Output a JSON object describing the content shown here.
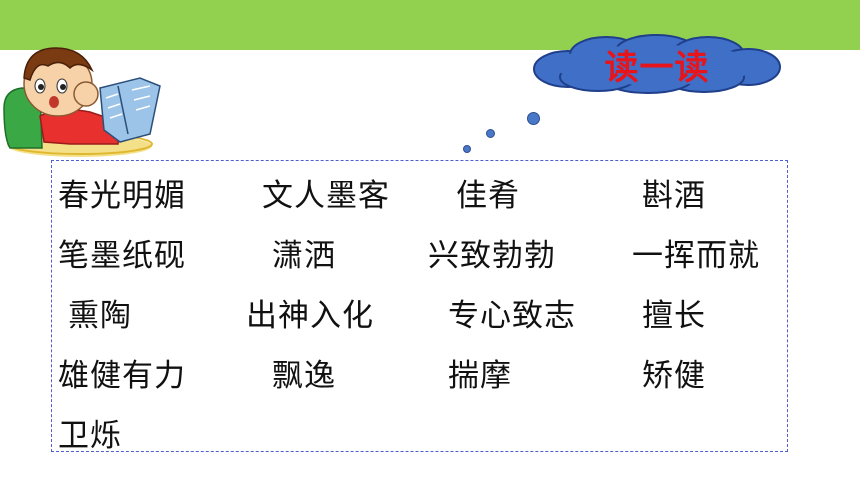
{
  "header": {
    "bar_color": "#92d050"
  },
  "badge": {
    "title": "读一读",
    "title_color": "#e8141b",
    "cloud_color": "#3f6fc7"
  },
  "word_grid": {
    "rows": [
      [
        "春光明媚",
        "文人墨客",
        "佳肴",
        "斟酒"
      ],
      [
        "笔墨纸砚",
        "潇洒",
        "兴致勃勃",
        "一挥而就"
      ],
      [
        "熏陶",
        "出神入化",
        "专心致志",
        "擅长"
      ],
      [
        "雄健有力",
        "飘逸",
        "揣摩",
        "矫健"
      ],
      [
        "卫烁"
      ]
    ]
  }
}
